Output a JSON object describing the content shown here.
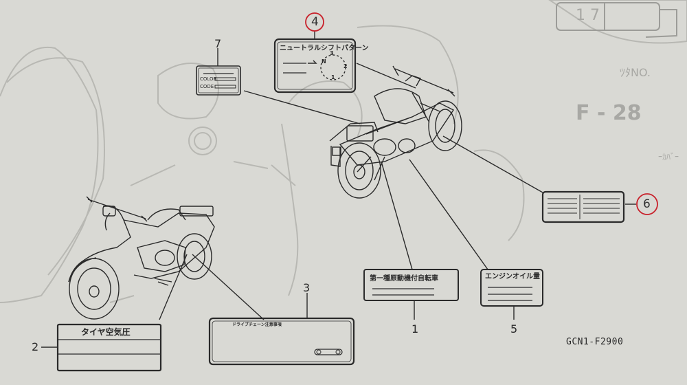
{
  "diagram": {
    "figure_code": "GCN1-F2900",
    "page_ref": {
      "box_text": "1 7",
      "partial_text": "ﾂﾀNO.",
      "code": "F - 28",
      "partial_right": "ｰｶﾊﾞｰ"
    },
    "callouts": [
      {
        "id": "1",
        "label_text": "第一種原動機付自転車"
      },
      {
        "id": "2",
        "label_text": "タイヤ空気圧"
      },
      {
        "id": "3",
        "label_text": "ドライブチェーン注意事項"
      },
      {
        "id": "4",
        "label_text": "ニュートラルシフトパターン",
        "shift_marks": [
          "N",
          "1",
          "2",
          "3"
        ],
        "highlighted": true
      },
      {
        "id": "5",
        "label_text": "エンジンオイル量"
      },
      {
        "id": "6",
        "label_text": "",
        "highlighted": true
      },
      {
        "id": "7",
        "label_text": "",
        "fields": [
          "COLOR",
          "CODE"
        ]
      }
    ],
    "highlight_color": "#c8202a",
    "line_color": "#2a2a2a",
    "paper_color": "#d9d9d4"
  }
}
